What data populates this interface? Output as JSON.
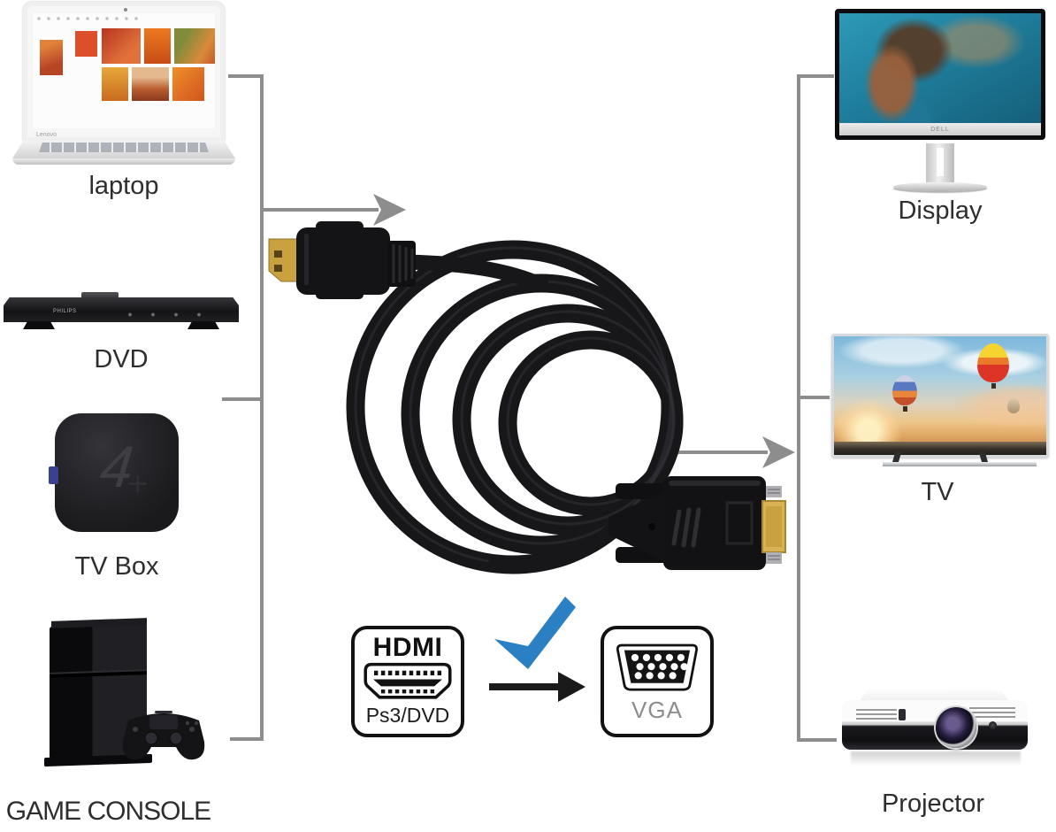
{
  "sources": {
    "items": [
      {
        "label": "laptop",
        "brand": "Lenovo"
      },
      {
        "label": "DVD",
        "brand": "PHILIPS"
      },
      {
        "label": "TV Box",
        "logo": "4"
      },
      {
        "label": "GAME CONSOLE"
      }
    ]
  },
  "destinations": {
    "items": [
      {
        "label": "Display",
        "brand": "DELL"
      },
      {
        "label": "TV"
      },
      {
        "label": "Projector"
      }
    ]
  },
  "legend": {
    "hdmi_title": "HDMI",
    "hdmi_subtitle": "Ps3/DVD",
    "vga_label": "VGA"
  },
  "colors": {
    "bracket_gray": "#8d8d8d",
    "check_blue": "#2b80c4",
    "arrow_black": "#1a1a1a",
    "cable_black": "#17171a",
    "gold": "#c9a23f",
    "label_text": "#2e2e2e"
  }
}
